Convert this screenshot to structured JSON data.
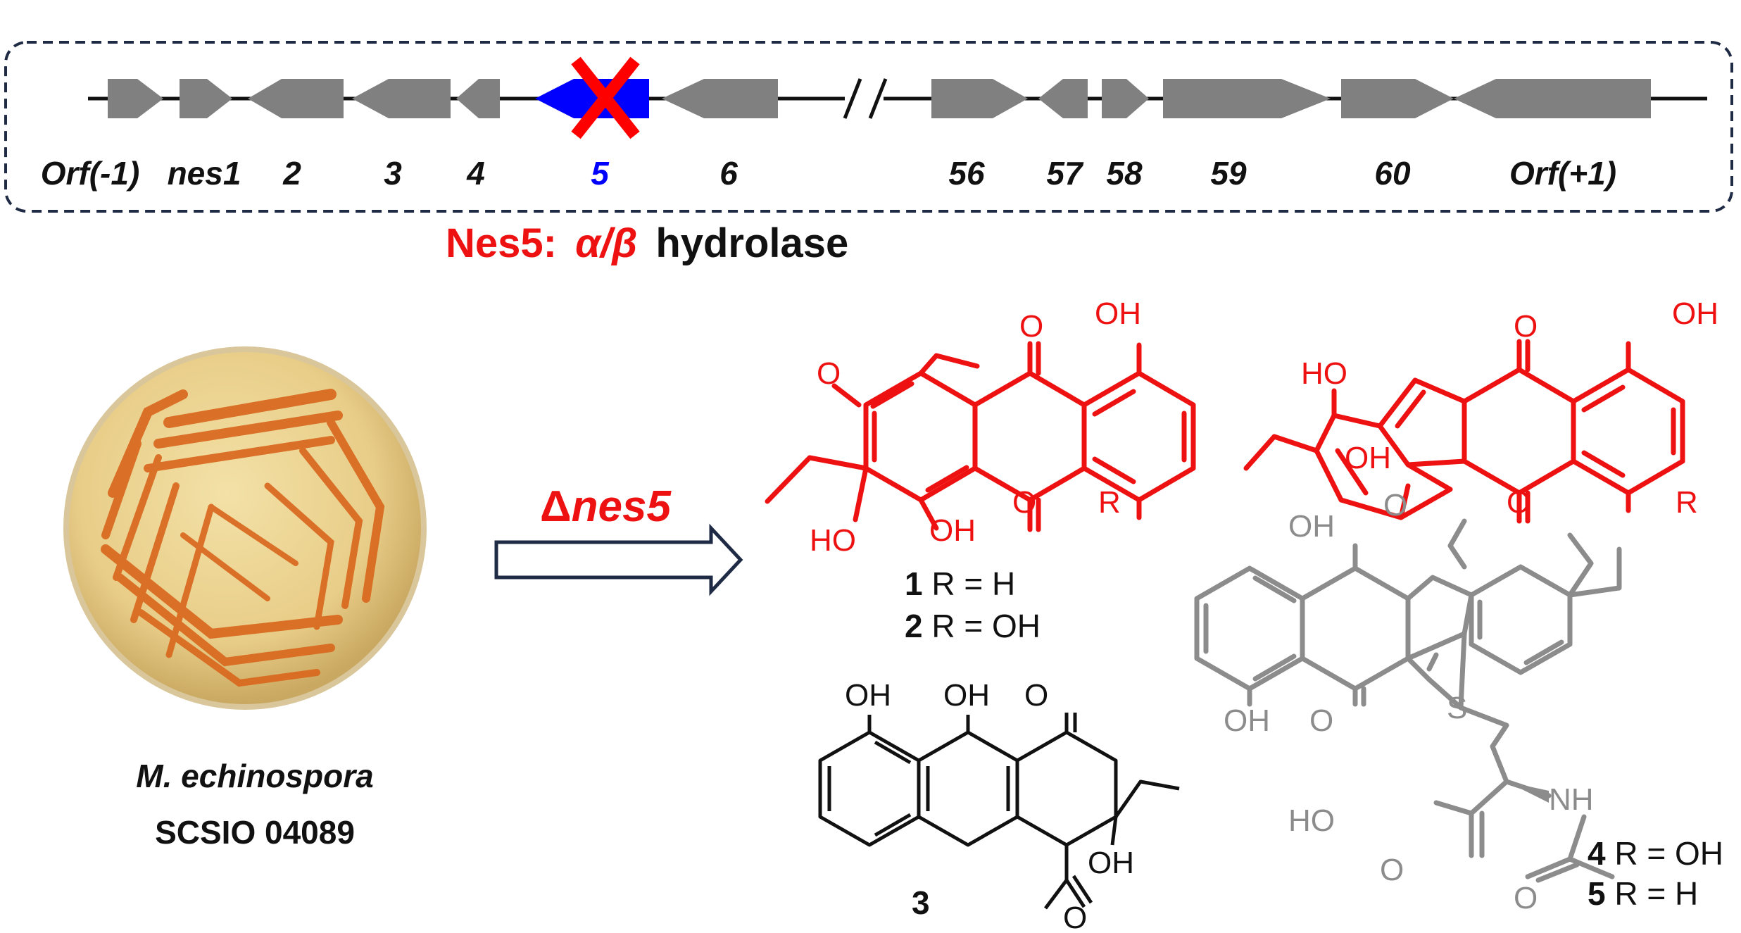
{
  "colors": {
    "gene": "#808080",
    "deleted_gene": "#0000ff",
    "deletion_mark": "#ff0000",
    "highlight": "#ee1111",
    "gray_structure": "#8c8c8c",
    "black": "#111111",
    "box_border": "#1f2a44"
  },
  "gene_cluster": {
    "labels": [
      "Orf(-1)",
      "nes1",
      "2",
      "3",
      "4",
      "5",
      "6",
      "56",
      "57",
      "58",
      "59",
      "60",
      "Orf(+1)"
    ],
    "deleted_label": "5",
    "break_symbol": "//"
  },
  "enzyme": {
    "name": "Nes5:",
    "alpha_beta": "α/β",
    "type": "hydrolase"
  },
  "strain": {
    "species": "M. echinospora",
    "code": "SCSIO 04089"
  },
  "mutation": {
    "delta": "Δ",
    "gene": "nes5"
  },
  "atoms": {
    "O": "O",
    "OH": "OH",
    "HO": "HO",
    "R": "R",
    "S": "S",
    "NH": "NH"
  },
  "compounds": {
    "c1": {
      "num": "1",
      "rest": " R = H"
    },
    "c2": {
      "num": "2",
      "rest": " R = OH"
    },
    "c3": {
      "num": "3"
    },
    "c4": {
      "num": "4",
      "rest": " R = OH"
    },
    "c5": {
      "num": "5",
      "rest": " R = H"
    }
  }
}
